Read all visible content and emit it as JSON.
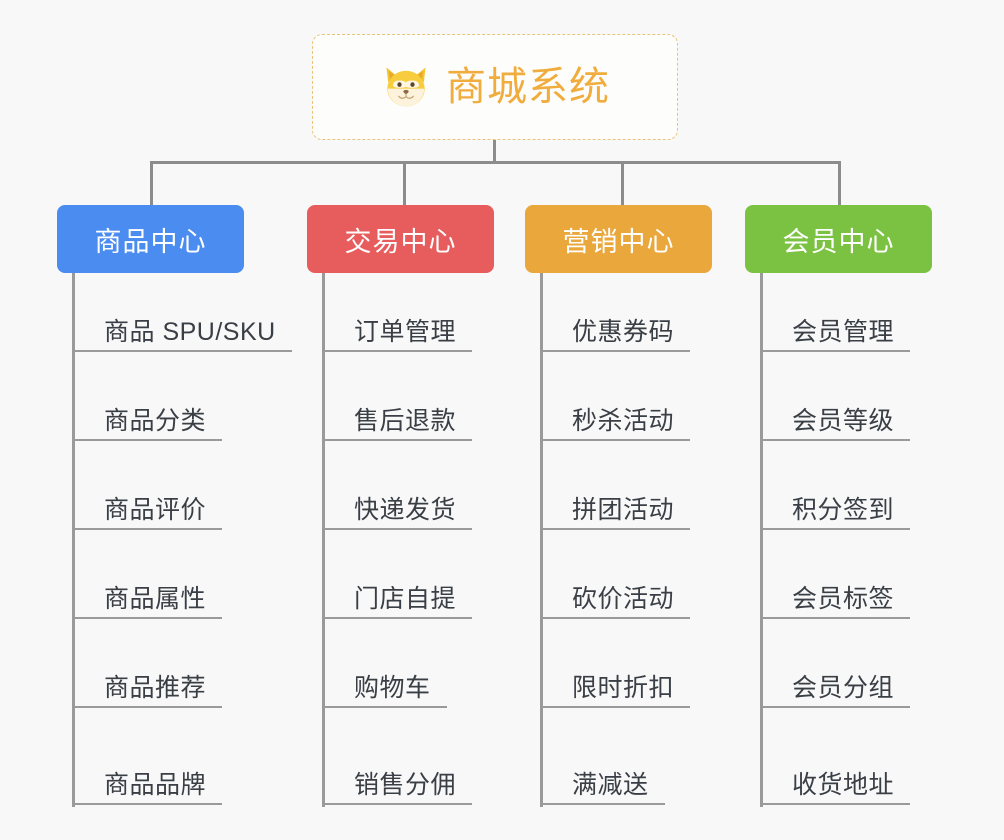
{
  "page": {
    "background_color": "#f8f8f8",
    "title": "商城系统"
  },
  "root": {
    "label": "商城系统",
    "icon": "shiba-dog-face-icon",
    "text_color": "#f0ac3c",
    "border_color": "#e8c378",
    "background_color": "#fdfdfc"
  },
  "connector_color": "#8c8c8c",
  "leaf_line_color": "#9a9a9a",
  "leaf_text_color": "#3a3f46",
  "branches": [
    {
      "label": "商品中心",
      "color": "#4a8cf0",
      "items": [
        {
          "label": "商品 SPU/SKU"
        },
        {
          "label": "商品分类"
        },
        {
          "label": "商品评价"
        },
        {
          "label": "商品属性"
        },
        {
          "label": "商品推荐"
        },
        {
          "label": "商品品牌"
        }
      ]
    },
    {
      "label": "交易中心",
      "color": "#e75c5c",
      "items": [
        {
          "label": "订单管理"
        },
        {
          "label": "售后退款"
        },
        {
          "label": "快递发货"
        },
        {
          "label": "门店自提"
        },
        {
          "label": "购物车"
        },
        {
          "label": "销售分佣"
        }
      ]
    },
    {
      "label": "营销中心",
      "color": "#eaa73c",
      "items": [
        {
          "label": "优惠券码"
        },
        {
          "label": "秒杀活动"
        },
        {
          "label": "拼团活动"
        },
        {
          "label": "砍价活动"
        },
        {
          "label": "限时折扣"
        },
        {
          "label": "满减送"
        }
      ]
    },
    {
      "label": "会员中心",
      "color": "#7cc242",
      "items": [
        {
          "label": "会员管理"
        },
        {
          "label": "会员等级"
        },
        {
          "label": "积分签到"
        },
        {
          "label": "会员标签"
        },
        {
          "label": "会员分组"
        },
        {
          "label": "收货地址"
        }
      ]
    }
  ]
}
